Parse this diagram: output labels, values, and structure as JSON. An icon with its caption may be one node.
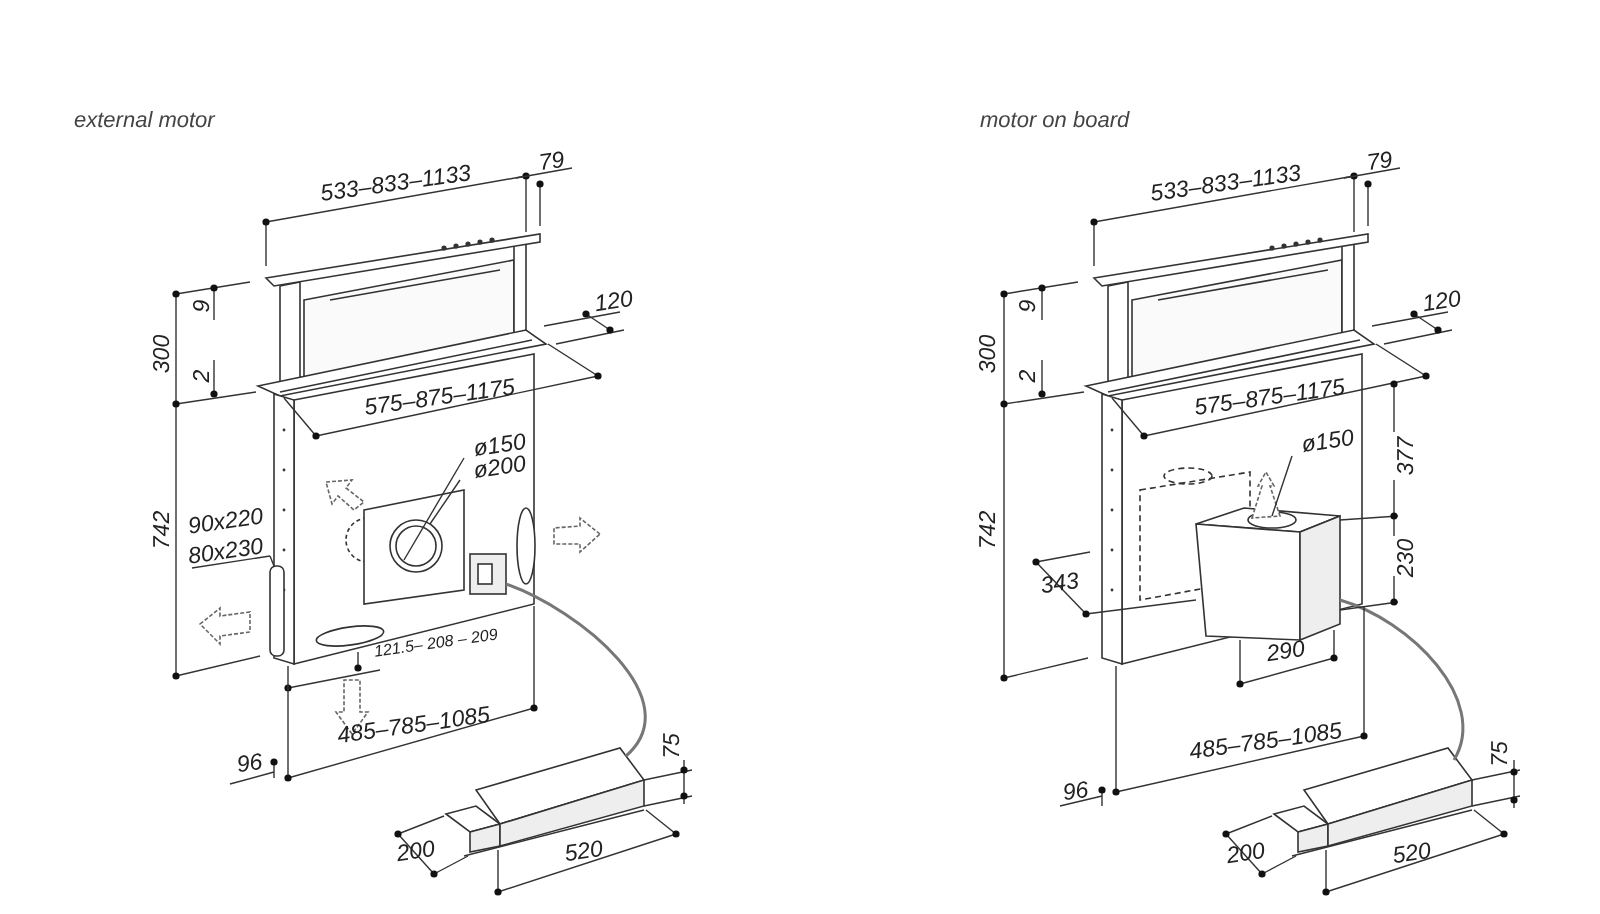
{
  "diagram": {
    "nodes": [
      {
        "text": [],
        "shape": "box"
      },
      {
        "text": [],
        "shape": "box"
      },
      {
        "text": [],
        "shape": "box"
      },
      {
        "text": [],
        "shape": "box"
      }
    ],
    "edges": [
      {
        "from": 0,
        "to": 1,
        "arrow": "none"
      },
      {
        "from": 2,
        "to": 3,
        "arrow": "none"
      }
    ],
    "labels": [
      "external motor",
      "533–833–1133",
      "79",
      "9",
      "300",
      "120",
      "2",
      "575–875–1175",
      "ø150",
      "ø200",
      "742",
      "90x220",
      "80x230",
      "121.5– 208 – 209",
      "485–785–1085",
      "96",
      "75",
      "200",
      "520",
      "motor on board",
      "533–833–1133",
      "79",
      "9",
      "300",
      "120",
      "2",
      "575–875–1175",
      "ø150",
      "377",
      "742",
      "343",
      "230",
      "290",
      "485–785–1085",
      "96",
      "75",
      "200",
      "520"
    ]
  }
}
